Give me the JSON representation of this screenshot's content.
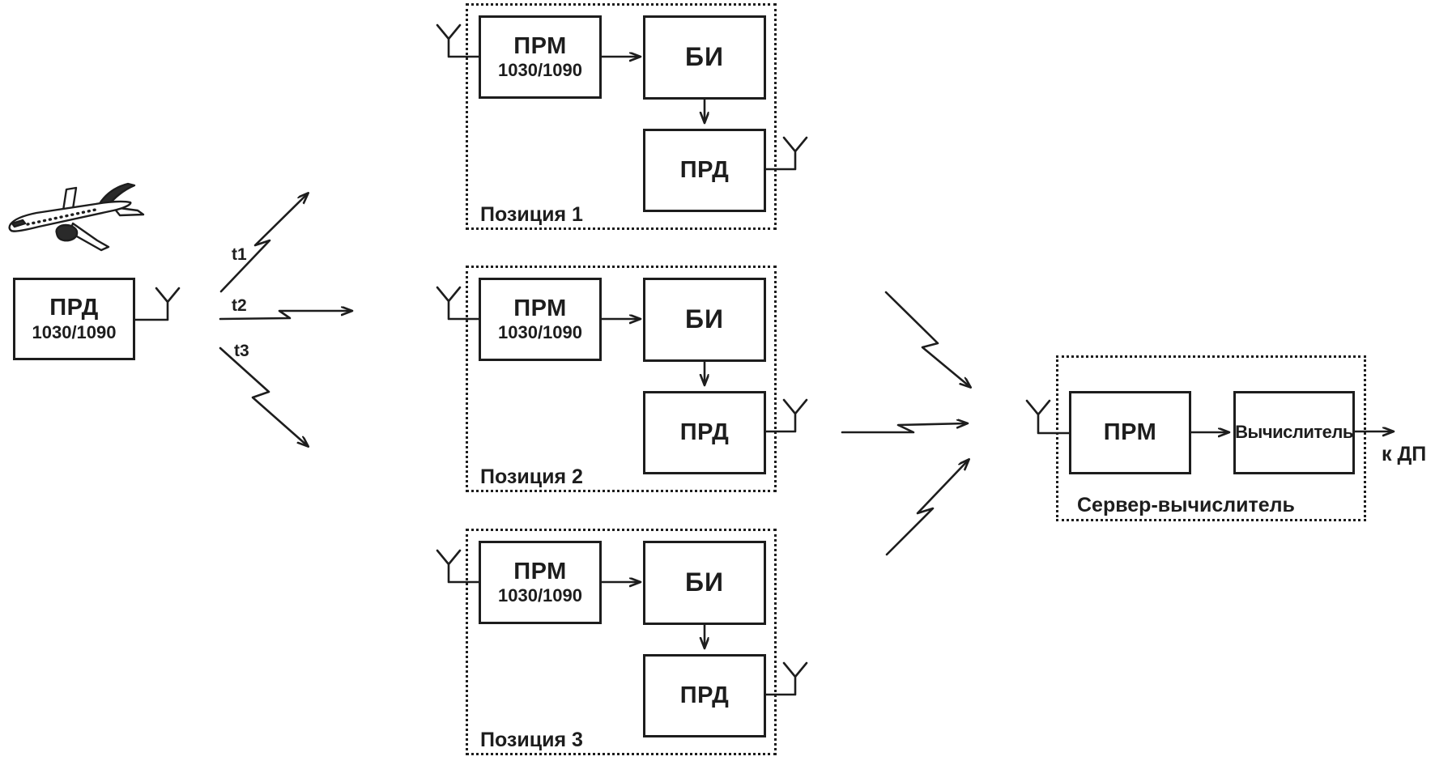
{
  "colors": {
    "ink": "#1d1d1d",
    "background": "#ffffff"
  },
  "aircraft": {
    "transmitter_title": "ПРД",
    "transmitter_subtitle": "1030/1090",
    "signal_labels": [
      "t1",
      "t2",
      "t3"
    ]
  },
  "positions": [
    {
      "label": "Позиция 1",
      "receiver_title": "ПРМ",
      "receiver_subtitle": "1030/1090",
      "info_title": "БИ",
      "transmitter_title": "ПРД"
    },
    {
      "label": "Позиция 2",
      "receiver_title": "ПРМ",
      "receiver_subtitle": "1030/1090",
      "info_title": "БИ",
      "transmitter_title": "ПРД"
    },
    {
      "label": "Позиция 3",
      "receiver_title": "ПРМ",
      "receiver_subtitle": "1030/1090",
      "info_title": "БИ",
      "transmitter_title": "ПРД"
    }
  ],
  "server": {
    "label": "Сервер-вычислитель",
    "receiver_title": "ПРМ",
    "computer_title": "Вычислитель",
    "output_label": "к ДП"
  }
}
